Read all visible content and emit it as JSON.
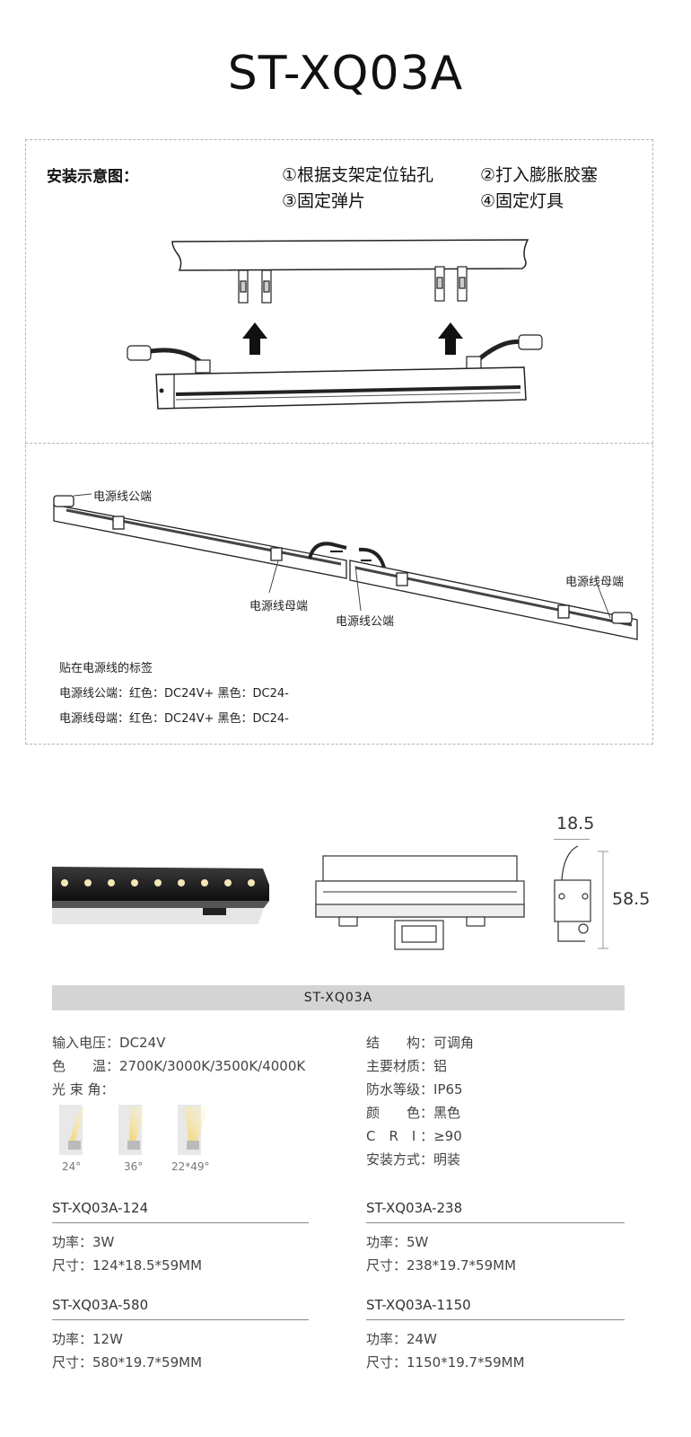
{
  "title": "ST-XQ03A",
  "install": {
    "heading": "安装示意图：",
    "steps": [
      "①根据支架定位钻孔",
      "②打入膨胀胶塞",
      "③固定弹片",
      "④固定灯具"
    ]
  },
  "wiring": {
    "labels": {
      "male_top": "电源线公端",
      "female_right": "电源线母端",
      "female_mid": "电源线母端",
      "male_mid": "电源线公端"
    },
    "notes": [
      "贴在电源线的标签",
      "电源线公端：红色：DC24V+ 黑色：DC24-",
      "电源线母端：红色：DC24V+ 黑色：DC24-"
    ]
  },
  "dimensions": {
    "width": "18.5",
    "height": "58.5"
  },
  "band_title": "ST-XQ03A",
  "specs_left": [
    {
      "key": "输入电压：",
      "value": "DC24V"
    },
    {
      "key": "色　　温：",
      "value": "2700K/3000K/3500K/4000K"
    },
    {
      "key": "光 束 角：",
      "value": ""
    }
  ],
  "beam_angles": [
    "24°",
    "36°",
    "22*49°"
  ],
  "specs_right": [
    {
      "key": "结　　构：",
      "value": "可调角"
    },
    {
      "key": "主要材质：",
      "value": "铝"
    },
    {
      "key": "防水等级：",
      "value": "IP65"
    },
    {
      "key": "颜　　色：",
      "value": "黑色"
    },
    {
      "key": "C　R　I ：",
      "value": "≥90"
    },
    {
      "key": "安装方式：",
      "value": "明装"
    }
  ],
  "models": [
    {
      "name": "ST-XQ03A-124",
      "power_key": "功率：",
      "power": "3W",
      "size_key": "尺寸：",
      "size": "124*18.5*59MM"
    },
    {
      "name": "ST-XQ03A-238",
      "power_key": "功率：",
      "power": "5W",
      "size_key": "尺寸：",
      "size": "238*19.7*59MM"
    },
    {
      "name": "ST-XQ03A-580",
      "power_key": "功率：",
      "power": "12W",
      "size_key": "尺寸：",
      "size": "580*19.7*59MM"
    },
    {
      "name": "ST-XQ03A-1150",
      "power_key": "功率：",
      "power": "24W",
      "size_key": "尺寸：",
      "size": "1150*19.7*59MM"
    }
  ]
}
